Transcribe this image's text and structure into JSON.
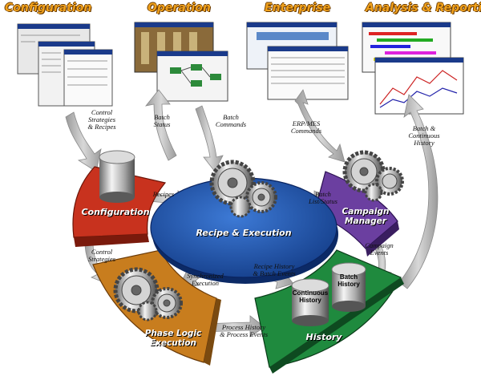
{
  "headers": {
    "configuration": "Configuration",
    "operation": "Operation",
    "enterprise": "Enterprise",
    "analysis": "Analysis & Reporting"
  },
  "segments": {
    "configuration": "Configuration",
    "recipe_execution": "Recipe & Execution",
    "campaign_manager": "Campaign\nManager",
    "phase_logic": "Phase Logic\nExecution",
    "history": "History"
  },
  "cylinders": {
    "continuous_history": "Continuous\nHistory",
    "batch_history": "Batch\nHistory"
  },
  "flows": {
    "control_strategies_recipes": "Control\nStrategies\n& Recipes",
    "batch_status": "Batch\nStatus",
    "batch_commands": "Batch\nCommands",
    "erp_mes_commands": "ERP/MES\nCommands",
    "batch_continuous_history": "Batch &\nContinuous\nHistory",
    "recipes": "Recipes",
    "batch_list_status": "Batch\nList/Status",
    "control_strategies": "Control\nStrategies",
    "campaign_events": "Campaign\nEvents",
    "synchronized_execution": "Synchronized\nExecution",
    "recipe_history_batch_events": "Recipe History\n& Batch Events",
    "process_history_events": "Process History\n& Process Events"
  },
  "colors": {
    "header": "#f0a11c",
    "configuration_segment": "#c8321e",
    "recipe_segment": "#1d4fa8",
    "campaign_segment": "#6b3fa0",
    "phase_logic_segment": "#c87d1e",
    "history_segment": "#1f8a3e",
    "arrow": "#b5b5b5"
  },
  "icons": [
    "gear-cluster-icon",
    "cylinder-icon",
    "screenshot-window-icon"
  ]
}
